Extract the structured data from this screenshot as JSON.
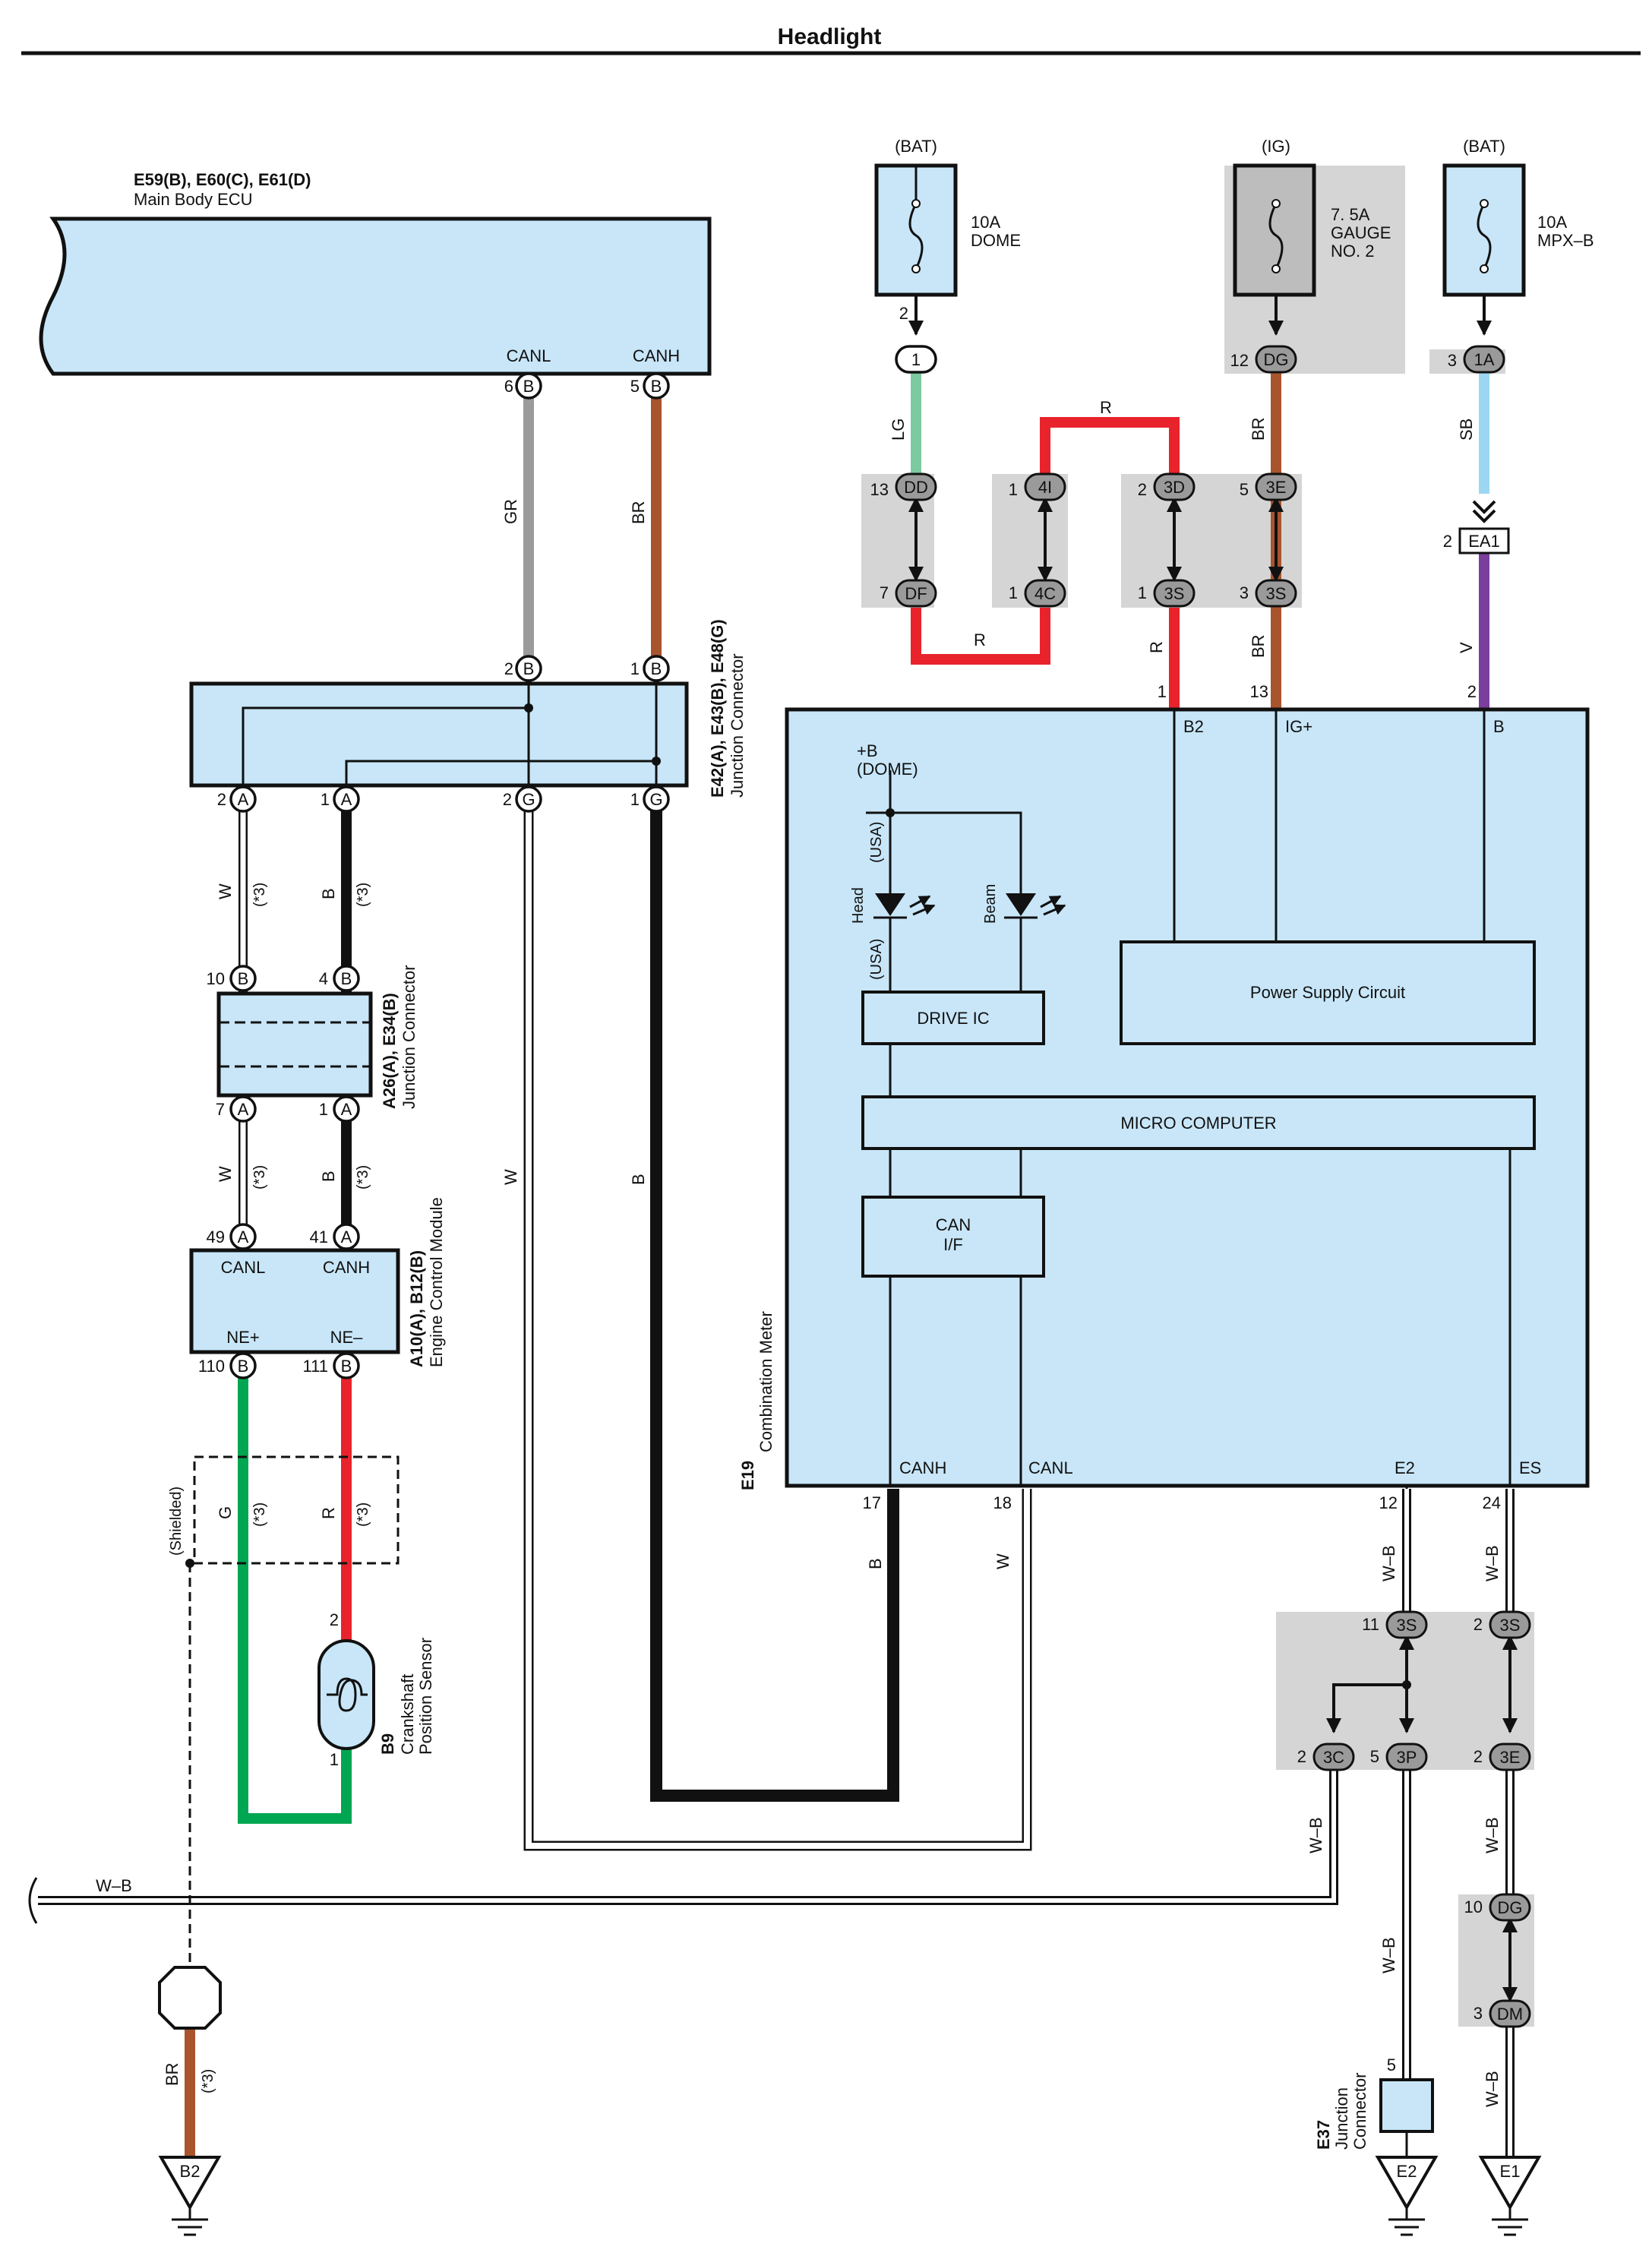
{
  "title": "Headlight",
  "components": {
    "main_ecu": {
      "ref": "E59(B), E60(C), E61(D)",
      "name": "Main Body ECU",
      "pin_canl": "CANL",
      "pin_canh": "CANH"
    },
    "junction_e42": {
      "ref": "E42(A), E43(B), E48(G)",
      "name": "Junction Connector"
    },
    "junction_a26": {
      "ref": "A26(A), E34(B)",
      "name": "Junction Connector"
    },
    "ecm": {
      "ref": "A10(A), B12(B)",
      "name": "Engine Control Module",
      "canl": "CANL",
      "canh": "CANH",
      "nep": "NE+",
      "nem": "NE–"
    },
    "crank": {
      "ref": "B9",
      "name1": "Crankshaft",
      "name2": "Position Sensor"
    },
    "combo": {
      "ref": "E19",
      "name": "Combination Meter",
      "b2": "B2",
      "igp": "IG+",
      "b": "B",
      "canh": "CANH",
      "canl": "CANL",
      "e2": "E2",
      "es": "ES",
      "plusb": "+B",
      "dome": "(DOME)",
      "usa": "(USA)",
      "head": "Head",
      "beam": "Beam",
      "drive_ic": "DRIVE IC",
      "power_supply": "Power Supply Circuit",
      "micro": "MICRO COMPUTER",
      "can1": "CAN",
      "can2": "I/F"
    },
    "e37": {
      "ref": "E37",
      "name1": "Junction",
      "name2": "Connector"
    }
  },
  "fuses": [
    {
      "source": "(BAT)",
      "amp": "10A",
      "name": "DOME",
      "name2": ""
    },
    {
      "source": "(IG)",
      "amp": "7. 5A",
      "name": "GAUGE",
      "name2": "NO. 2"
    },
    {
      "source": "(BAT)",
      "amp": "10A",
      "name": "MPX–B",
      "name2": ""
    }
  ],
  "wire_colors": {
    "gr": "GR",
    "br": "BR",
    "lg": "LG",
    "r": "R",
    "sb": "SB",
    "v": "V",
    "w": "W",
    "b": "B",
    "g": "G",
    "wb": "W–B"
  },
  "note": "(*3)",
  "shielded": "(Shielded)",
  "connectors": {
    "B": "B",
    "A": "A",
    "G": "G",
    "one": "1",
    "DD": "DD",
    "DF": "DF",
    "4I": "4I",
    "4C": "4C",
    "3D": "3D",
    "3S": "3S",
    "3E": "3E",
    "DG": "DG",
    "1A": "1A",
    "EA1": "EA1",
    "3C": "3C",
    "3P": "3P",
    "DM": "DM"
  },
  "pins": {
    "p1": "1",
    "p2": "2",
    "p3": "3",
    "p4": "4",
    "p5": "5",
    "p6": "6",
    "p7": "7",
    "p10": "10",
    "p11": "11",
    "p12": "12",
    "p13": "13",
    "p17": "17",
    "p18": "18",
    "p24": "24",
    "p41": "41",
    "p49": "49",
    "p110": "110",
    "p111": "111"
  },
  "grounds": {
    "b2": "B2",
    "e2": "E2",
    "e1": "E1"
  },
  "colors": {
    "box_fill": "#c8e6f8",
    "red": "#e8232b",
    "brown": "#a8552e",
    "green": "#00a651",
    "light_green": "#7ccaa0",
    "sky_blue": "#9bd7f2",
    "violet": "#7a3e9d",
    "gray_wire": "#9b9b9b"
  }
}
